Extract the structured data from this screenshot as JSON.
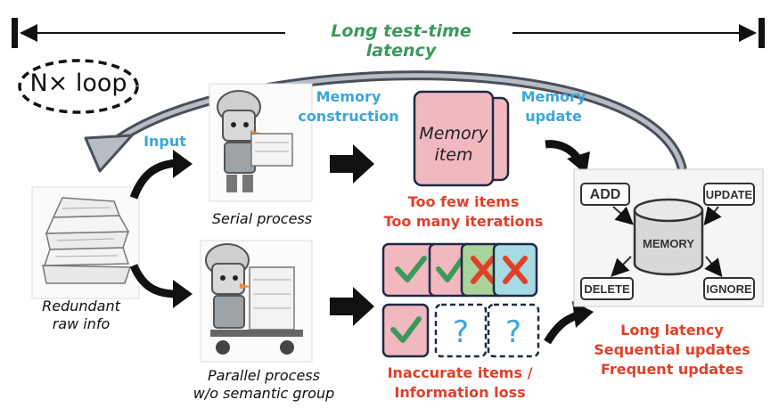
{
  "top": {
    "latency_label": "Long test-time latency",
    "loop_label": "N× loop"
  },
  "labels": {
    "input": "Input",
    "memory_construction_line1": "Memory",
    "memory_construction_line2": "construction",
    "memory_update_line1": "Memory",
    "memory_update_line2": "update"
  },
  "captions": {
    "raw_line1": "Redundant",
    "raw_line2": "raw info",
    "serial": "Serial process",
    "parallel_line1": "Parallel process",
    "parallel_line2": "w/o semantic group"
  },
  "memory_item": {
    "line1": "Memory",
    "line2": "item"
  },
  "problems": {
    "serial_line1": "Too few items",
    "serial_line2": "Too many iterations",
    "parallel_line1": "Inaccurate items /",
    "parallel_line2": "Information loss",
    "update_line1": "Long latency",
    "update_line2": "Sequential updates",
    "update_line3": "Frequent updates"
  },
  "memory_ops": {
    "add": "ADD",
    "update": "UPDATE",
    "delete": "DELETE",
    "ignore": "IGNORE",
    "center": "MEMORY"
  },
  "tiles": {
    "question": "?"
  },
  "colors": {
    "green": "#3a9a5c",
    "blue": "#3aa7dc",
    "red": "#e0402a",
    "pink": "#f2b8c0",
    "green_tile": "#a9d39a",
    "cyan_tile": "#a6dbe3",
    "navy_border": "#1e2a44"
  }
}
